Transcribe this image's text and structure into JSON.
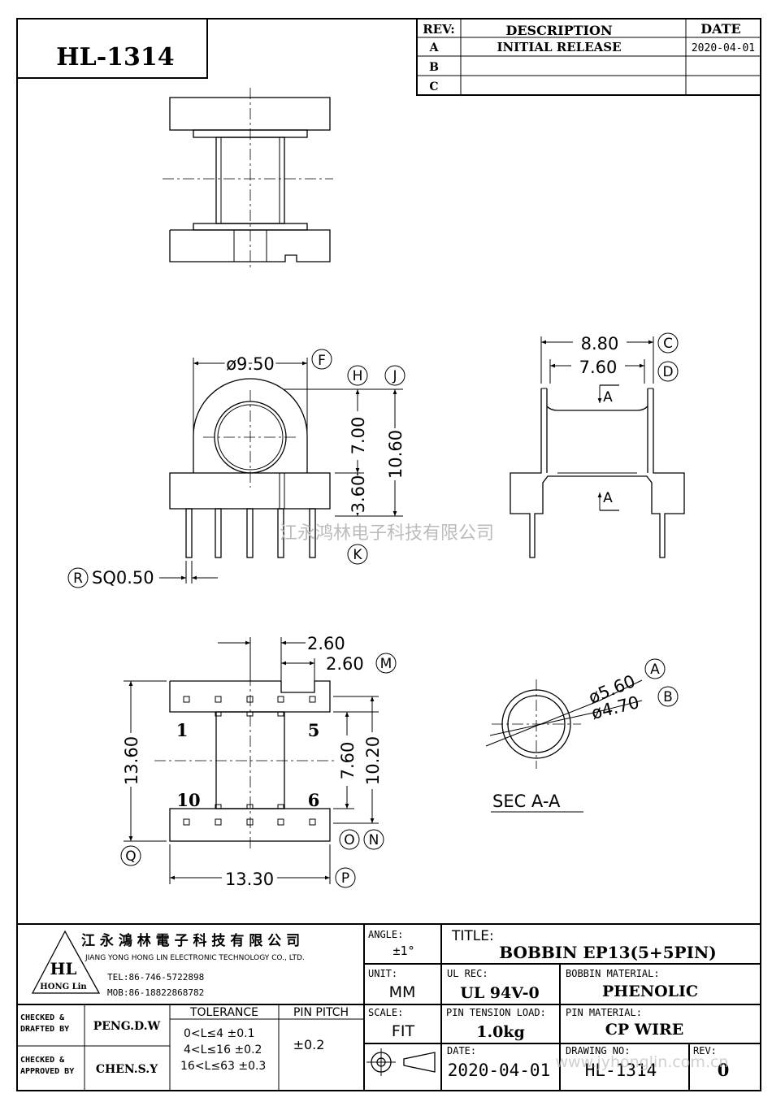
{
  "part_number": "HL-1314",
  "revision_table": {
    "headers": [
      "REV:",
      "DESCRIPTION",
      "DATE"
    ],
    "rows": [
      {
        "rev": "A",
        "description": "INITIAL RELEASE",
        "date": "2020-04-01"
      },
      {
        "rev": "B",
        "description": "",
        "date": ""
      },
      {
        "rev": "C",
        "description": "",
        "date": ""
      }
    ]
  },
  "dimensions": {
    "f_dia": "ø9.50",
    "f_tag": "F",
    "h_tag": "H",
    "j_tag": "J",
    "k_tag": "K",
    "h_val": "7.00",
    "j_val": "10.60",
    "k_val": "3.60",
    "r_tag": "R",
    "r_val": "SQ0.50",
    "c_tag": "C",
    "c_val": "8.80",
    "d_tag": "D",
    "d_val": "7.60",
    "section_mark": "A",
    "top_pitch_a": "2.60",
    "top_pitch_b": "2.60",
    "m_tag": "M",
    "q_tag": "Q",
    "q_val": "13.60",
    "mid_val": "7.60",
    "n_val": "10.20",
    "o_tag": "O",
    "n_tag": "N",
    "p_tag": "P",
    "p_val": "13.30",
    "a_tag": "A",
    "a_val": "ø5.60",
    "b_tag": "B",
    "b_val": "ø4.70",
    "section_label": "SEC A-A"
  },
  "pin_labels": [
    "1",
    "5",
    "10",
    "6"
  ],
  "watermark": "江永鸿林电子科技有限公司",
  "title_block": {
    "company_cn": "江 永 鴻 林 電 子 科 技 有 限 公 司",
    "company_en": "JIANG YONG HONG LIN ELECTRONIC TECHNOLOGY CO., LTD.",
    "logo_text": "HL",
    "logo_sub": "HONG Lin",
    "tel": "TEL:86-746-5722898",
    "mob": "MOB:86-18822868782",
    "angle_label": "ANGLE:",
    "angle_value": "±1°",
    "title_label": "TITLE:",
    "title_value": "BOBBIN   EP13(5+5PIN)",
    "unit_label": "UNIT:",
    "unit_value": "MM",
    "ul_label": "UL REC:",
    "ul_value": "UL 94V-0",
    "bobbin_material_label": "BOBBIN MATERIAL:",
    "bobbin_material_value": "PHENOLIC",
    "checked_drafted_label": [
      "CHECKED &",
      "DRAFTED BY"
    ],
    "drafted_by": "PENG.D.W",
    "checked_approved_label": [
      "CHECKED &",
      "APPROVED BY"
    ],
    "approved_by": "CHEN.S.Y",
    "tolerance_label": "TOLERANCE",
    "tolerances": [
      "0<L≤4  ±0.1",
      "4<L≤16 ±0.2",
      "16<L≤63 ±0.3"
    ],
    "pin_pitch_label": "PIN PITCH",
    "pin_pitch_value": "±0.2",
    "scale_label": "SCALE:",
    "scale_value": "FIT",
    "pin_tension_label": "PIN TENSION LOAD:",
    "pin_tension_value": "1.0kg",
    "pin_material_label": "PIN MATERIAL:",
    "pin_material_value": "CP WIRE",
    "date_label": "DATE:",
    "date_value": "2020-04-01",
    "drawing_no_label": "DRAWING NO:",
    "drawing_no_value": "HL-1314",
    "rev_label": "REV:",
    "rev_value": "0",
    "website": "www.jyhonglin.com.cn"
  }
}
